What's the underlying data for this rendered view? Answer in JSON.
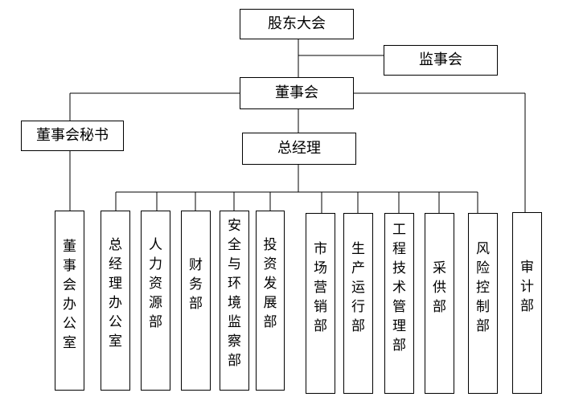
{
  "top": {
    "shareholders": "股东大会",
    "supervisors": "监事会",
    "board": "董事会",
    "board_secretary": "董事会秘书",
    "general_manager": "总经理"
  },
  "departments": [
    "董事会办公室",
    "总经理办公室",
    "人力资源部",
    "财务部",
    "安全与环境监察部",
    "投资发展部",
    "市场营销部",
    "生产运行部",
    "工程技术管理部",
    "采供部",
    "风险控制部",
    "审计部"
  ]
}
